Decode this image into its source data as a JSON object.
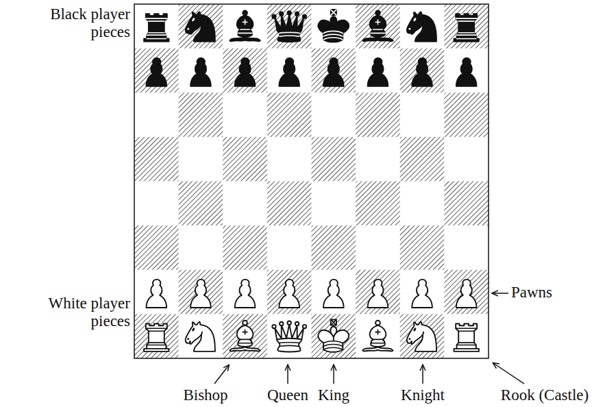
{
  "diagram": {
    "labels": [
      "Black player pieces",
      "White player pieces",
      "Pawns",
      "Bishop",
      "Queen",
      "King",
      "Knight",
      "Rook (Castle)"
    ]
  }
}
